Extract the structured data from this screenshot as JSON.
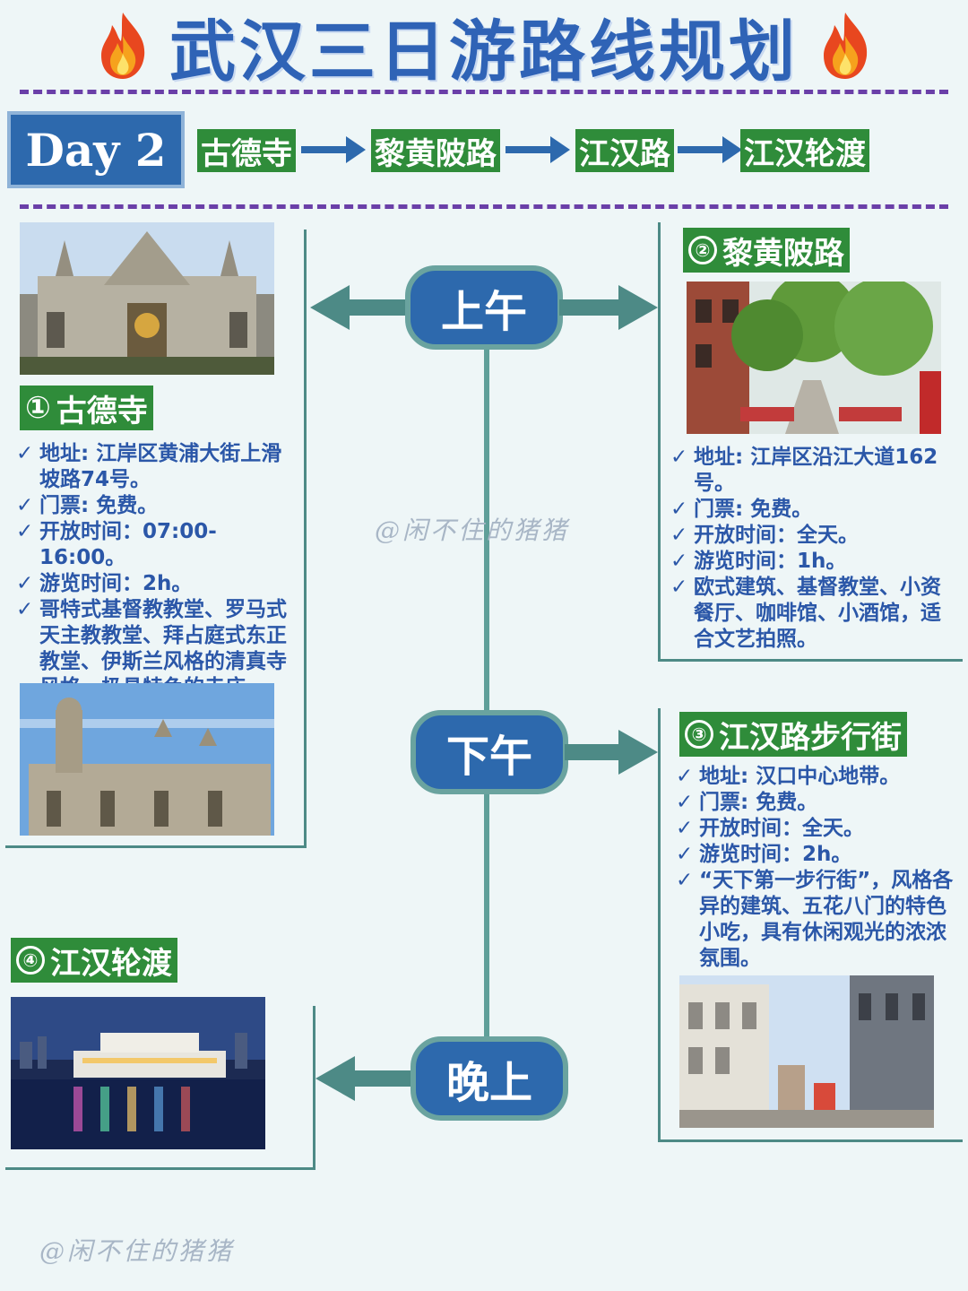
{
  "header": {
    "title": "武汉三日游路线规划"
  },
  "day": {
    "label": "Day 2",
    "route": [
      "古德寺",
      "黎黄陂路",
      "江汉路",
      "江汉轮渡"
    ]
  },
  "timeline": {
    "morning": "上午",
    "afternoon": "下午",
    "evening": "晚上"
  },
  "places": [
    {
      "num": "①",
      "name": "古德寺",
      "items": [
        "地址: 江岸区黄浦大街上滑坡路74号。",
        "门票: 免费。",
        "开放时间：07:00-16:00。",
        "游览时间：2h。",
        "哥特式基督教教堂、罗马式天主教教堂、拜占庭式东正教堂、伊斯兰风格的清真寺风格，极具特色的寺庙。"
      ]
    },
    {
      "num": "②",
      "name": "黎黄陂路",
      "items": [
        "地址: 江岸区沿江大道162号。",
        "门票: 免费。",
        "开放时间：全天。",
        "游览时间：1h。",
        "欧式建筑、基督教堂、小资餐厅、咖啡馆、小酒馆，适合文艺拍照。"
      ]
    },
    {
      "num": "③",
      "name": "江汉路步行街",
      "items": [
        "地址: 汉口中心地带。",
        "门票: 免费。",
        "开放时间：全天。",
        "游览时间：2h。",
        "“天下第一步行街”，风格各异的建筑、五花八门的特色小吃，具有休闲观光的浓浓氛围。"
      ]
    },
    {
      "num": "④",
      "name": "江汉轮渡"
    }
  ],
  "watermark": "@闲不住的猪猪",
  "colors": {
    "accent_blue": "#2d69ad",
    "tag_green": "#2f8c3a",
    "frame_teal": "#4d8a86",
    "dash_purple": "#6a3fa8"
  }
}
